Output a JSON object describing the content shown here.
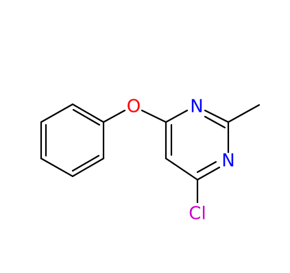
{
  "molecule": {
    "atoms": [
      {
        "id": "O1",
        "label": "O",
        "color": "#ff0000"
      },
      {
        "id": "N1",
        "label": "N",
        "color": "#0000ff"
      },
      {
        "id": "N2",
        "label": "N",
        "color": "#0000ff"
      },
      {
        "id": "Cl1",
        "label": "Cl",
        "color": "#cc00cc"
      }
    ],
    "bond_color": "#000000"
  }
}
